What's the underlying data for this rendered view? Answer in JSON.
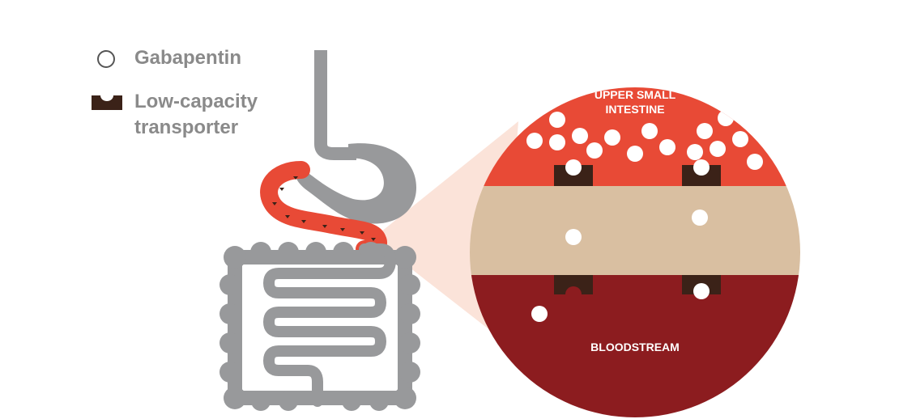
{
  "legend": {
    "gabapentin_label": "Gabapentin",
    "transporter_label_line1": "Low-capacity",
    "transporter_label_line2": "transporter"
  },
  "zoom": {
    "upper_label_line1": "UPPER SMALL",
    "upper_label_line2": "INTESTINE",
    "bottom_label": "BLOODSTREAM"
  },
  "icons": {
    "molecule": "white-circle-icon",
    "transporter": "notched-block-icon"
  },
  "colors": {
    "gut": "#98999b",
    "upper_intestine": "#e84a36",
    "membrane": "#d9bfa1",
    "bloodstream": "#8c1c1f",
    "transporter": "#3b2218",
    "callout": "#fbe3d9",
    "legend_text": "#8a8a8a"
  }
}
